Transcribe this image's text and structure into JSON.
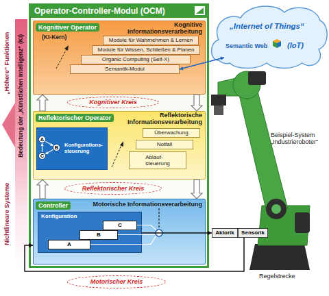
{
  "diagram": {
    "nodes": [
      {
        "text": [
          "Operator-Controller-Modul (OCM)"
        ]
      },
      {
        "text": [
          "Kognitiver Operator",
          "(KI-Kern)",
          "Kognitive Informationsverarbeitung"
        ],
        "in": 0
      },
      {
        "text": [
          "Module für Wahrnehmen & Lernen"
        ],
        "in": 1
      },
      {
        "text": [
          "Module für Wissen, Schließen & Planen"
        ],
        "in": 1
      },
      {
        "text": [
          "Organic Computing (Self-X)"
        ],
        "in": 1
      },
      {
        "text": [
          "Semantik-Modul"
        ],
        "in": 1
      },
      {
        "text": [
          "Kognitiver Kreis"
        ],
        "in": 0
      },
      {
        "text": [
          "Reflektorischer Operator",
          "Reflektorische Informationsverarbeitung"
        ],
        "in": 0
      },
      {
        "text": [
          "Konfigurations- steuerung"
        ],
        "in": 7
      },
      {
        "text": [
          "A"
        ],
        "in": 8
      },
      {
        "text": [
          "B"
        ],
        "in": 8
      },
      {
        "text": [
          "C"
        ],
        "in": 8
      },
      {
        "text": [
          "Überwachung"
        ],
        "in": 7
      },
      {
        "text": [
          "Notfall"
        ],
        "in": 7
      },
      {
        "text": [
          "Ablauf- steuerung"
        ],
        "in": 7
      },
      {
        "text": [
          "Reflektorischer Kreis"
        ],
        "in": 0
      },
      {
        "text": [
          "Controller",
          "Motorische Informationsverarbeitung"
        ],
        "in": 0
      },
      {
        "text": [
          "Konfiguration"
        ],
        "in": 16
      },
      {
        "text": [
          "A"
        ],
        "in": 17
      },
      {
        "text": [
          "B"
        ],
        "in": 17
      },
      {
        "text": [
          "C"
        ],
        "in": 17
      },
      {
        "text": [
          "Aktorik"
        ]
      },
      {
        "text": [
          "Sensorik"
        ]
      },
      {
        "text": [
          "Motorischer Kreis"
        ]
      },
      {
        "text": [
          "„Internet of Things“",
          "Semantic Web",
          "(IoT)"
        ]
      },
      {
        "text": [
          "Bedeutung der „Künstlichen Intelligenz“ (KI)"
        ]
      }
    ],
    "edges": [
      {
        "from": 7,
        "to": 1,
        "arrow": "to"
      },
      {
        "from": 1,
        "to": 7,
        "arrow": "to"
      },
      {
        "from": 16,
        "to": 7,
        "arrow": "to"
      },
      {
        "from": 7,
        "to": 16,
        "arrow": "to"
      },
      {
        "from": 9,
        "to": 10,
        "arrow": "to"
      },
      {
        "from": 10,
        "to": 11,
        "arrow": "to"
      },
      {
        "from": 11,
        "to": 9,
        "arrow": "to"
      },
      {
        "from": 24,
        "to": 5,
        "arrow": "both"
      },
      {
        "from": 17,
        "to": 21,
        "arrow": "to"
      },
      {
        "from": 22,
        "to": 16,
        "arrow": "to"
      }
    ],
    "labels": [
      "Beispiel-System „Industrieroboter“",
      "Regelstrecke",
      "„Höhere“ Funktionen",
      "Nichtlineare Systeme"
    ]
  }
}
